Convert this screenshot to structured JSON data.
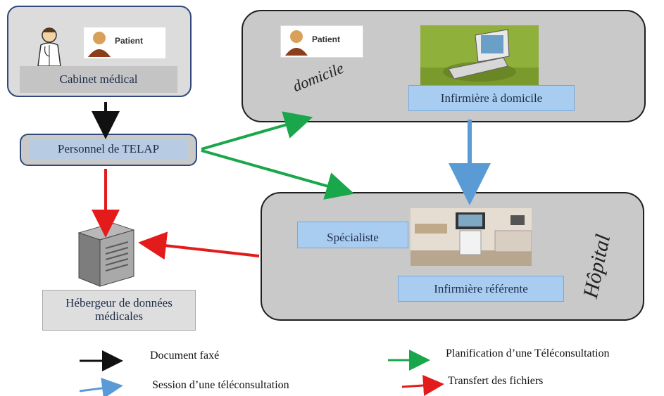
{
  "nodes": {
    "cabinet": "Cabinet médical",
    "telap": "Personnel de TELAP",
    "domicile_word": "domicile",
    "infirmiere_domicile": "Infirmière à domicile",
    "hopital_word": "Hôpital",
    "specialiste": "Spécialiste",
    "infirmiere_referente": "Infirmière référente",
    "hebergeur": "Hébergeur de données médicales",
    "patient_badge": "Patient"
  },
  "legend": {
    "document_faxe": "Document faxé",
    "session": "Session d’une téléconsultation",
    "planification": "Planification d’une Téléconsultation",
    "transfert": "Transfert des fichiers"
  },
  "colors": {
    "black_arrow": "#111111",
    "blue_arrow": "#5b9bd5",
    "green_arrow": "#1aa64a",
    "red_arrow": "#e31b1b"
  }
}
